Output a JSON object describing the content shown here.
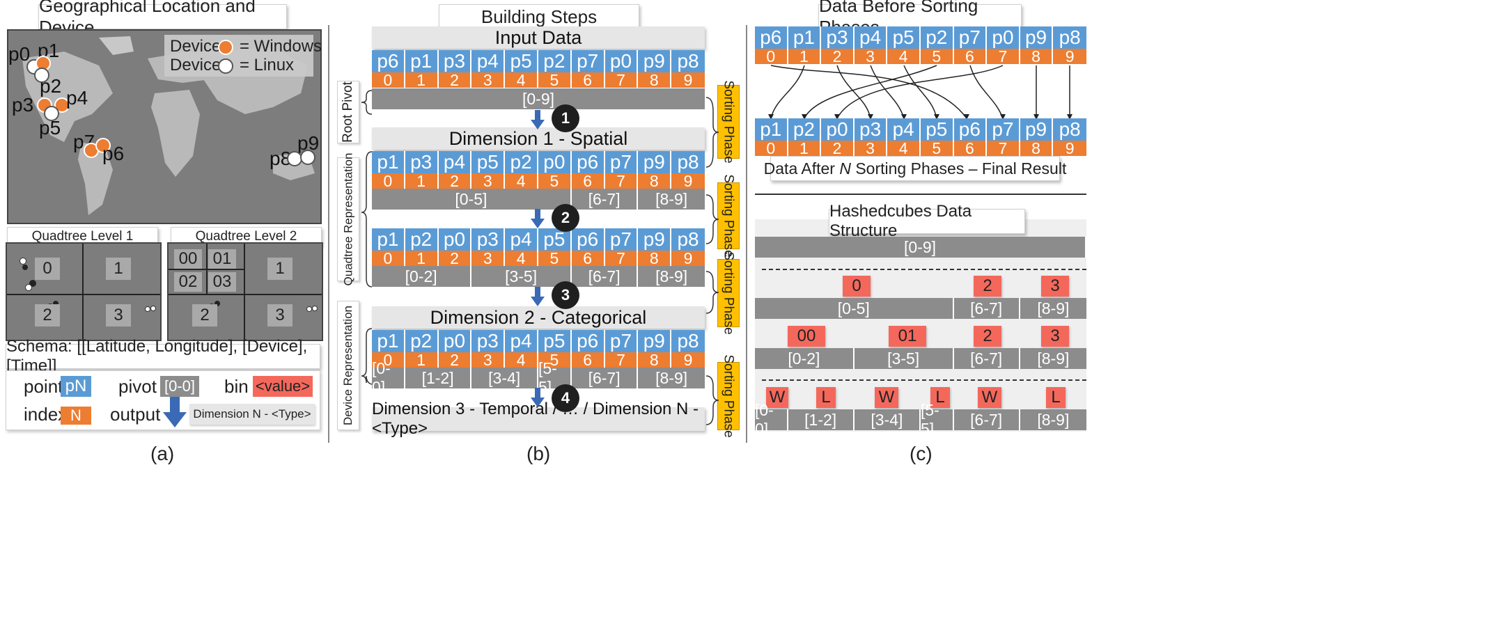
{
  "panel_a": {
    "title": "Geographical Location and Device",
    "legend_windows_label": "Device",
    "legend_windows_text": "= Windows",
    "legend_linux_label": "Device",
    "legend_linux_text": "= Linux",
    "point_labels": [
      "p0",
      "p1",
      "p2",
      "p3",
      "p4",
      "p5",
      "p6",
      "p7",
      "p8",
      "p9"
    ],
    "qt1_title": "Quadtree Level 1",
    "qt1_cells": [
      "0",
      "1",
      "2",
      "3"
    ],
    "qt2_title": "Quadtree Level 2",
    "qt2_cells": [
      "00",
      "01",
      "02",
      "03",
      "1",
      "2",
      "3"
    ],
    "schema": "Schema: [[Latitude, Longitude], [Device], [Time]]",
    "legend": {
      "point_label": "point",
      "point_sample": "pN",
      "pivot_label": "pivot",
      "pivot_sample": "[0-0]",
      "bin_label": "bin",
      "bin_sample": "<value>",
      "index_label": "index",
      "index_sample": "N",
      "output_label": "output",
      "output_sample": "Dimension N - <Type>"
    },
    "caption": "(a)"
  },
  "panel_b": {
    "title": "Building Steps",
    "input_header": "Input Data",
    "dim1_header": "Dimension 1 - Spatial",
    "dim2_header": "Dimension 2 - Categorical",
    "dim3_header": "Dimension 3 - Temporal / … / Dimension N - <Type>",
    "side_root": "Root Pivot",
    "side_quad": "Quadtree Representation",
    "side_device": "Device Representation",
    "sorting_label": "Sorting Phase",
    "steps": [
      "1",
      "2",
      "3",
      "4"
    ],
    "row1_points": [
      "p6",
      "p1",
      "p3",
      "p4",
      "p5",
      "p2",
      "p7",
      "p0",
      "p9",
      "p8"
    ],
    "row2_points": [
      "p1",
      "p3",
      "p4",
      "p5",
      "p2",
      "p0",
      "p6",
      "p7",
      "p9",
      "p8"
    ],
    "row3_points": [
      "p1",
      "p2",
      "p0",
      "p3",
      "p4",
      "p5",
      "p6",
      "p7",
      "p9",
      "p8"
    ],
    "row4_points": [
      "p1",
      "p2",
      "p0",
      "p3",
      "p4",
      "p5",
      "p6",
      "p7",
      "p9",
      "p8"
    ],
    "indices": [
      "0",
      "1",
      "2",
      "3",
      "4",
      "5",
      "6",
      "7",
      "8",
      "9"
    ],
    "pivots1": [
      "[0-9]"
    ],
    "pivots2": [
      "[0-5]",
      "[6-7]",
      "[8-9]"
    ],
    "pivots3": [
      "[0-2]",
      "[3-5]",
      "[6-7]",
      "[8-9]"
    ],
    "pivots4": [
      "[0-0]",
      "[1-2]",
      "[3-4]",
      "[5-5]",
      "[6-7]",
      "[8-9]"
    ],
    "caption": "(b)"
  },
  "panel_c": {
    "title": "Data Before Sorting Phases",
    "before_points": [
      "p6",
      "p1",
      "p3",
      "p4",
      "p5",
      "p2",
      "p7",
      "p0",
      "p9",
      "p8"
    ],
    "after_points": [
      "p1",
      "p2",
      "p0",
      "p3",
      "p4",
      "p5",
      "p6",
      "p7",
      "p9",
      "p8"
    ],
    "indices": [
      "0",
      "1",
      "2",
      "3",
      "4",
      "5",
      "6",
      "7",
      "8",
      "9"
    ],
    "result_label_pre": "Data After ",
    "result_label_n": "N",
    "result_label_post": " Sorting Phases – Final Result",
    "hash_title": "Hashedcubes Data Structure",
    "root_pivot": "[0-9]",
    "l1_bins": [
      "0",
      "2",
      "3"
    ],
    "l1_pivots": [
      "[0-5]",
      "[6-7]",
      "[8-9]"
    ],
    "l2_bins": [
      "00",
      "01",
      "2",
      "3"
    ],
    "l2_pivots": [
      "[0-2]",
      "[3-5]",
      "[6-7]",
      "[8-9]"
    ],
    "l3_bins": [
      "W",
      "L",
      "W",
      "L",
      "W",
      "L"
    ],
    "l3_pivots": [
      "[0-0]",
      "[1-2]",
      "[3-4]",
      "[5-5]",
      "[6-7]",
      "[8-9]"
    ],
    "caption": "(c)"
  },
  "colors": {
    "point_blue": "#5b9bd5",
    "index_orange": "#ed7d31",
    "pivot_gray": "#8c8c8c",
    "bin_red": "#f4685c",
    "sorting_yellow": "#fec000",
    "windows_dot": "#ed7d31",
    "linux_dot": "#ffffff"
  }
}
